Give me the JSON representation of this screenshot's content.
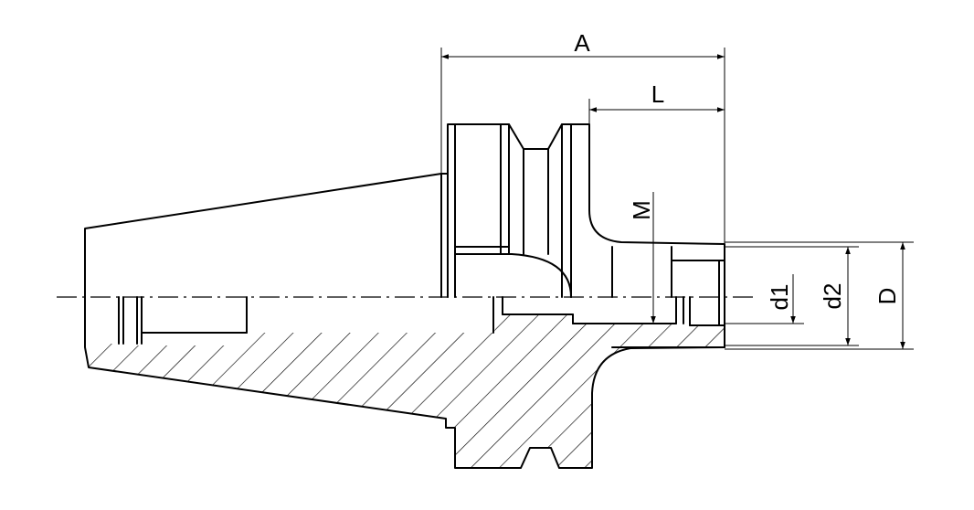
{
  "diagram": {
    "labels": {
      "A": "A",
      "L": "L",
      "M": "M",
      "d1": "d1",
      "d2": "d2",
      "D": "D"
    }
  }
}
